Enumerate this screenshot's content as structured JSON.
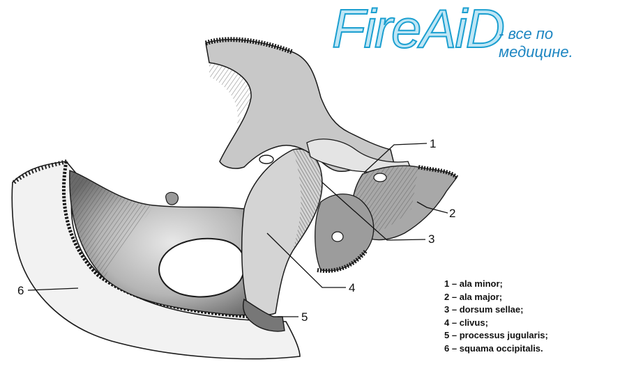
{
  "logo": {
    "brand": "FireAiD",
    "tagline_line1": "- все по",
    "tagline_line2": "медицине."
  },
  "callouts": [
    "1",
    "2",
    "3",
    "4",
    "5",
    "6"
  ],
  "legend": [
    {
      "number": "1",
      "dash": "–",
      "term": "ala minor;"
    },
    {
      "number": "2",
      "dash": "–",
      "term": "ala major;"
    },
    {
      "number": "3",
      "dash": "–",
      "term": "dorsum sellae;"
    },
    {
      "number": "4",
      "dash": "–",
      "term": "clivus;"
    },
    {
      "number": "5",
      "dash": "–",
      "term": "processus jugularis;"
    },
    {
      "number": "6",
      "dash": "–",
      "term": "squama occipitalis."
    }
  ],
  "colors": {
    "bone_light": "#f0f0f0",
    "bone_mid": "#b9b9b9",
    "bone_dark": "#555555",
    "outline": "#1a1a1a",
    "logo_fill": "#bfe6f5",
    "logo_stroke": "#1b9fd0",
    "logo_tagline": "#1d86c2"
  }
}
